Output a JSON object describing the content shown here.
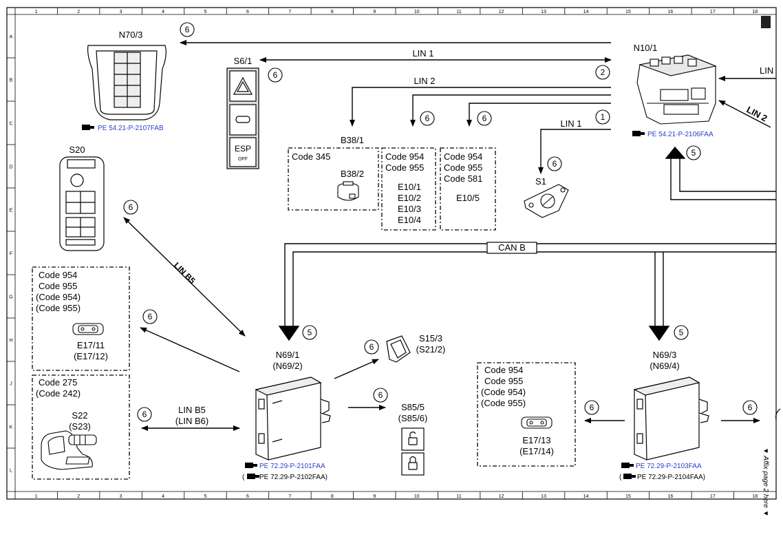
{
  "columns": [
    "1",
    "2",
    "3",
    "4",
    "5",
    "6",
    "7",
    "8",
    "9",
    "10",
    "11",
    "12",
    "13",
    "14",
    "15",
    "16",
    "17",
    "18"
  ],
  "rows": [
    "A",
    "B",
    "C",
    "D",
    "E",
    "F",
    "G",
    "H",
    "J",
    "K",
    "L"
  ],
  "components": {
    "n70_3": {
      "id": "N70/3",
      "ref": "PE 54.21-P-2107FAB"
    },
    "s6_1": {
      "id": "S6/1",
      "esp": "ESP",
      "off": "OFF"
    },
    "n10_1": {
      "id": "N10/1",
      "ref": "PE 54.21-P-2106FAA"
    },
    "b38_1": {
      "id": "B38/1",
      "code": "Code 345",
      "sub": "B38/2"
    },
    "e10": {
      "codes": [
        "Code 954",
        "Code 955"
      ],
      "items": [
        "E10/1",
        "E10/2",
        "E10/3",
        "E10/4"
      ]
    },
    "e10_5": {
      "codes": [
        "Code 954",
        "Code 955",
        "Code 581"
      ],
      "item": "E10/5"
    },
    "s1": {
      "id": "S1"
    },
    "s20": {
      "id": "S20"
    },
    "e17_11": {
      "codes": [
        "Code 954",
        "Code 955",
        "(Code 954)",
        "(Code 955)"
      ],
      "items": [
        "E17/11",
        "(E17/12)"
      ]
    },
    "s22": {
      "codes": [
        "Code 275",
        "(Code 242)"
      ],
      "items": [
        "S22",
        "(S23)"
      ]
    },
    "n69_1": {
      "ids": [
        "N69/1",
        "(N69/2)"
      ],
      "ref": "PE 72.29-P-2101FAA",
      "ref_alt": "PE 72.29-P-2102FAA)",
      "paren": "("
    },
    "s15_3": {
      "ids": [
        "S15/3",
        "(S21/2)"
      ]
    },
    "s85_5": {
      "ids": [
        "S85/5",
        "(S85/6)"
      ]
    },
    "e17_13": {
      "codes": [
        "Code 954",
        "Code 955",
        "(Code 954)",
        "(Code 955)"
      ],
      "items": [
        "E17/13",
        "(E17/14)"
      ]
    },
    "n69_3": {
      "ids": [
        "N69/3",
        "(N69/4)"
      ],
      "ref": "PE 72.29-P-2103FAA",
      "ref_alt": "PE 72.29-P-2104FAA)",
      "paren": "("
    }
  },
  "buses": {
    "lin1_top": "LIN 1",
    "lin2_top": "LIN 2",
    "lin1_s1": "LIN 1",
    "lin_right": "LIN",
    "lin2_right": "LIN 2",
    "can_b": "CAN B",
    "lin_b5_diag": "LIN B5",
    "lin_b5": "LIN B5",
    "lin_b6": "(LIN B6)"
  },
  "callouts": {
    "c_n70": "6",
    "c_s61": "6",
    "c_lin1": "2",
    "c_lin2": "1",
    "c_b38": "6",
    "c_e10": "6",
    "c_s1": "6",
    "c_n10": "5",
    "c_s20": "6",
    "c_e1711": "6",
    "c_s22": "6",
    "c_n691": "5",
    "c_s153": "6",
    "c_s855": "6",
    "c_n693": "5",
    "c_e1713": "6",
    "c_right": "6"
  },
  "margin_note": "▼ Affix page 2 here ▼",
  "colors": {
    "link": "#2b3fc8",
    "line": "#000000"
  }
}
